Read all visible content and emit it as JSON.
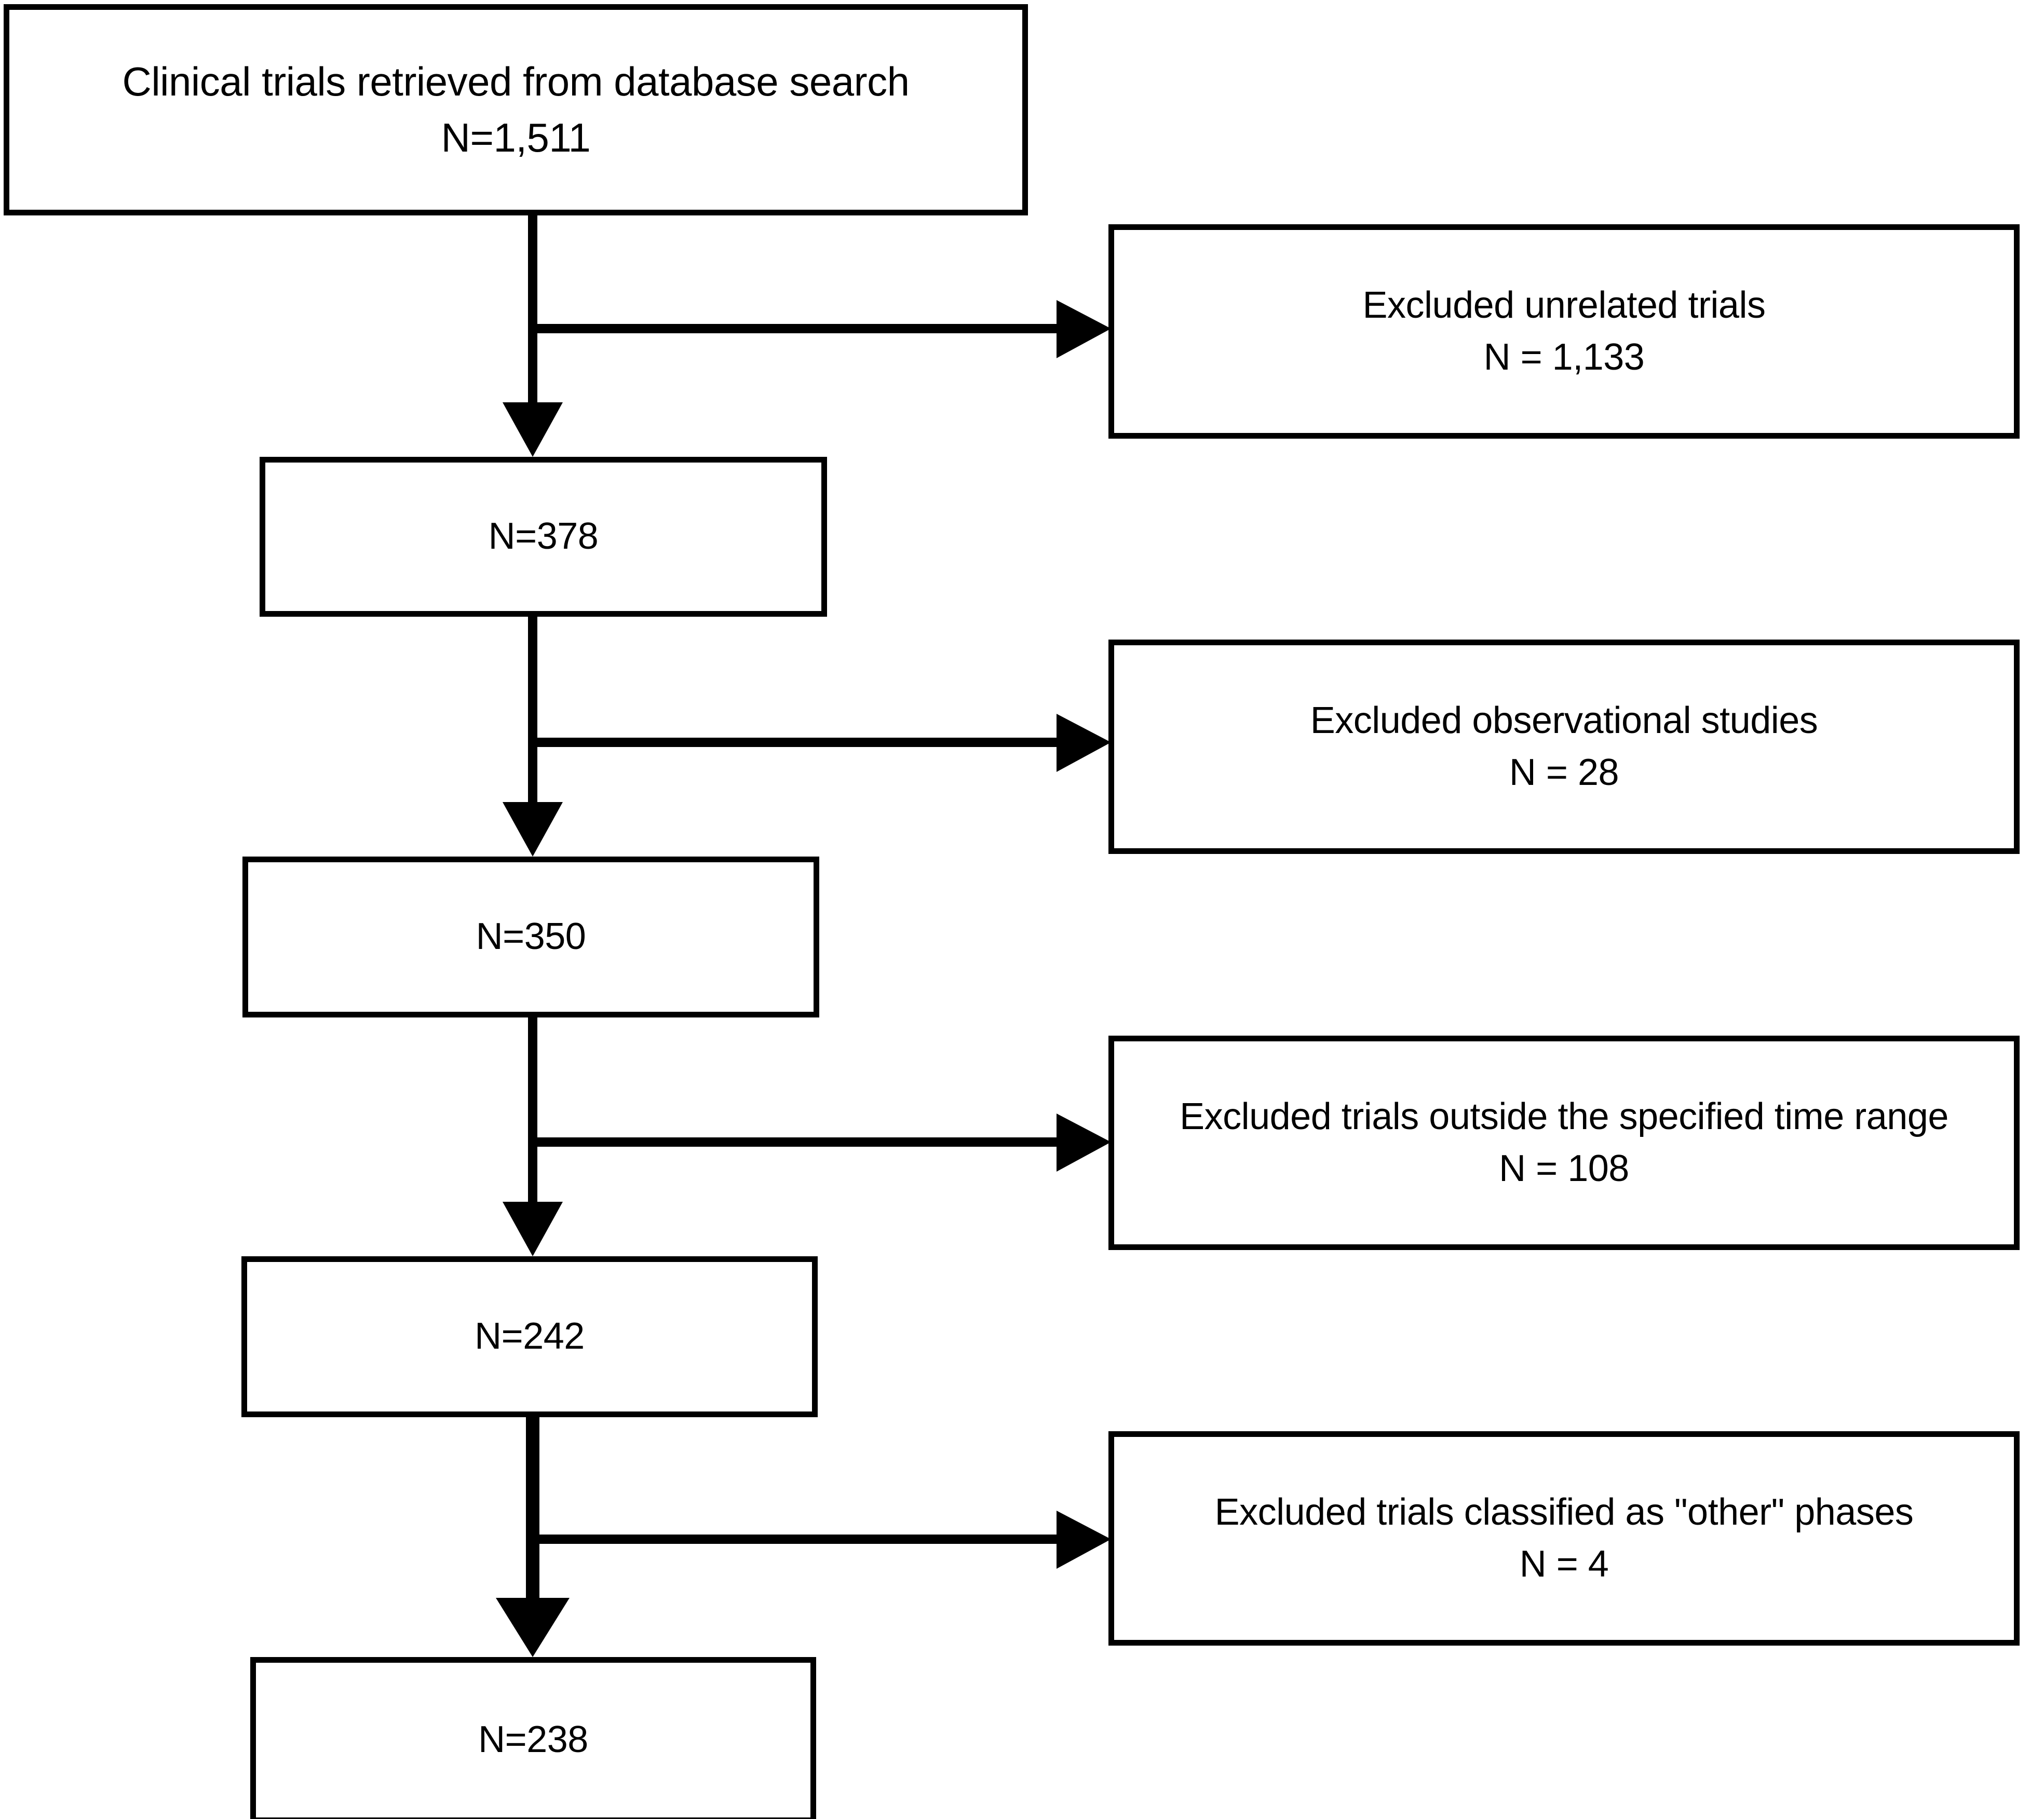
{
  "diagram": {
    "type": "flowchart",
    "title": "Clinical trial selection flow diagram",
    "colors": {
      "stroke": "#000000",
      "fill": "#ffffff",
      "text": "#000000"
    },
    "primary_nodes": [
      {
        "id": "retrieved",
        "line1": "Clinical trials retrieved from database search",
        "line2": "N=1,511"
      },
      {
        "id": "after-unrelated",
        "line1": "N=378",
        "line2": ""
      },
      {
        "id": "after-observational",
        "line1": "N=350",
        "line2": ""
      },
      {
        "id": "after-timerange",
        "line1": "N=242",
        "line2": ""
      },
      {
        "id": "final-included",
        "line1": "N=238",
        "line2": ""
      }
    ],
    "exclusion_nodes": [
      {
        "id": "excluded-unrelated",
        "line1": "Excluded unrelated trials",
        "line2": "N = 1,133"
      },
      {
        "id": "excluded-observational",
        "line1": "Excluded observational studies",
        "line2": "N = 28"
      },
      {
        "id": "excluded-timerange",
        "line1": "Excluded trials outside the specified time range",
        "line2": "N = 108"
      },
      {
        "id": "excluded-other-phases",
        "line1": "Excluded trials classified as \"other\" phases",
        "line2": "N = 4"
      }
    ],
    "connectors": [
      {
        "id": "down-1",
        "from": "retrieved",
        "to": "after-unrelated",
        "direction": "down"
      },
      {
        "id": "branch-1",
        "from": "retrieved",
        "to": "excluded-unrelated",
        "direction": "right"
      },
      {
        "id": "down-2",
        "from": "after-unrelated",
        "to": "after-observational",
        "direction": "down"
      },
      {
        "id": "branch-2",
        "from": "after-unrelated",
        "to": "excluded-observational",
        "direction": "right"
      },
      {
        "id": "down-3",
        "from": "after-observational",
        "to": "after-timerange",
        "direction": "down"
      },
      {
        "id": "branch-3",
        "from": "after-observational",
        "to": "excluded-timerange",
        "direction": "right"
      },
      {
        "id": "down-4",
        "from": "after-timerange",
        "to": "final-included",
        "direction": "down"
      },
      {
        "id": "branch-4",
        "from": "after-timerange",
        "to": "excluded-other-phases",
        "direction": "right"
      }
    ]
  }
}
